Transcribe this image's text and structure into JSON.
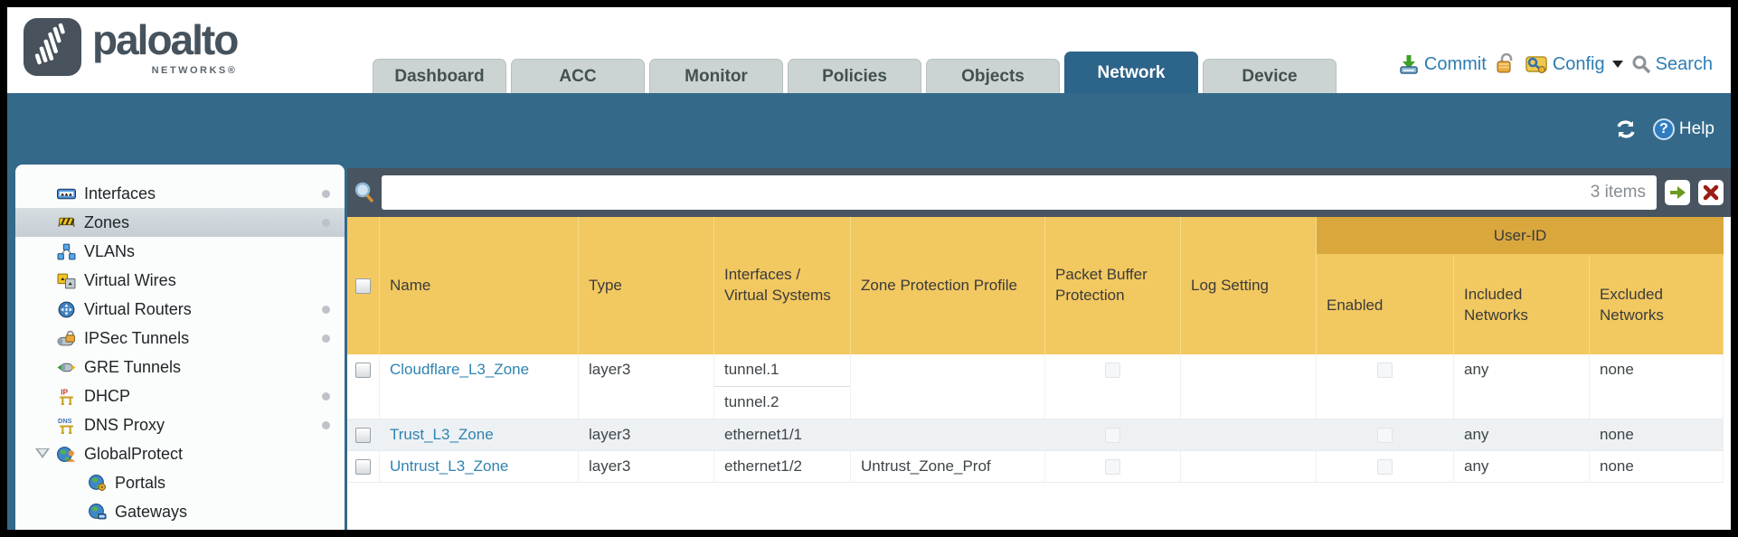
{
  "brand": {
    "name": "paloalto",
    "subtitle": "NETWORKS®"
  },
  "nav": {
    "tabs": [
      {
        "label": "Dashboard",
        "active": false
      },
      {
        "label": "ACC",
        "active": false
      },
      {
        "label": "Monitor",
        "active": false
      },
      {
        "label": "Policies",
        "active": false
      },
      {
        "label": "Objects",
        "active": false
      },
      {
        "label": "Network",
        "active": true
      },
      {
        "label": "Device",
        "active": false
      }
    ],
    "commit_label": "Commit",
    "config_label": "Config",
    "search_label": "Search"
  },
  "toolbar": {
    "help_label": "Help"
  },
  "sidebar": {
    "selected_item": "Zones",
    "items": [
      {
        "label": "Interfaces",
        "has_status_dot": true,
        "selected": false
      },
      {
        "label": "Zones",
        "has_status_dot": true,
        "selected": true
      },
      {
        "label": "VLANs",
        "has_status_dot": false,
        "selected": false
      },
      {
        "label": "Virtual Wires",
        "has_status_dot": false,
        "selected": false
      },
      {
        "label": "Virtual Routers",
        "has_status_dot": true,
        "selected": false
      },
      {
        "label": "IPSec Tunnels",
        "has_status_dot": true,
        "selected": false
      },
      {
        "label": "GRE Tunnels",
        "has_status_dot": false,
        "selected": false
      },
      {
        "label": "DHCP",
        "has_status_dot": true,
        "selected": false
      },
      {
        "label": "DNS Proxy",
        "has_status_dot": true,
        "selected": false
      },
      {
        "label": "GlobalProtect",
        "has_status_dot": false,
        "selected": false,
        "expanded": true
      },
      {
        "label": "Portals",
        "has_status_dot": false,
        "selected": false,
        "child": true
      },
      {
        "label": "Gateways",
        "has_status_dot": false,
        "selected": false,
        "child": true
      }
    ]
  },
  "filter_bar": {
    "value": "",
    "items_count": "3 items"
  },
  "table": {
    "group_header": "User-ID",
    "columns": [
      "Name",
      "Type",
      "Interfaces / Virtual Systems",
      "Zone Protection Profile",
      "Packet Buffer Protection",
      "Log Setting",
      "Enabled",
      "Included Networks",
      "Excluded Networks"
    ],
    "rows": [
      {
        "name": "Cloudflare_L3_Zone",
        "type": "layer3",
        "interfaces": [
          "tunnel.1",
          "tunnel.2"
        ],
        "zone_protection_profile": "",
        "log_setting": "",
        "included_networks": "any",
        "excluded_networks": "none"
      },
      {
        "name": "Trust_L3_Zone",
        "type": "layer3",
        "interfaces": [
          "ethernet1/1"
        ],
        "zone_protection_profile": "",
        "log_setting": "",
        "included_networks": "any",
        "excluded_networks": "none"
      },
      {
        "name": "Untrust_L3_Zone",
        "type": "layer3",
        "interfaces": [
          "ethernet1/2"
        ],
        "zone_protection_profile": "Untrust_Zone_Prof",
        "log_setting": "",
        "included_networks": "any",
        "excluded_networks": "none"
      }
    ]
  },
  "icons": {
    "refresh": "circular-arrows",
    "help": "question-circle",
    "commit": "arrow-into-tray",
    "lock": "padlock",
    "config": "folder-key",
    "search": "magnifier",
    "filter_search": "magnifier",
    "apply_filter": "green-right-arrow",
    "clear_filter": "red-x"
  },
  "colors": {
    "brand_teal": "#34698a",
    "active_tab": "#2d648a",
    "header_gold": "#f2c860",
    "group_gold": "#d9a73c",
    "toolbar_slate": "#48545f",
    "link_blue": "#2e83b1",
    "tab_inactive": "#cbd4d3",
    "row_alt": "#eef1f4"
  }
}
